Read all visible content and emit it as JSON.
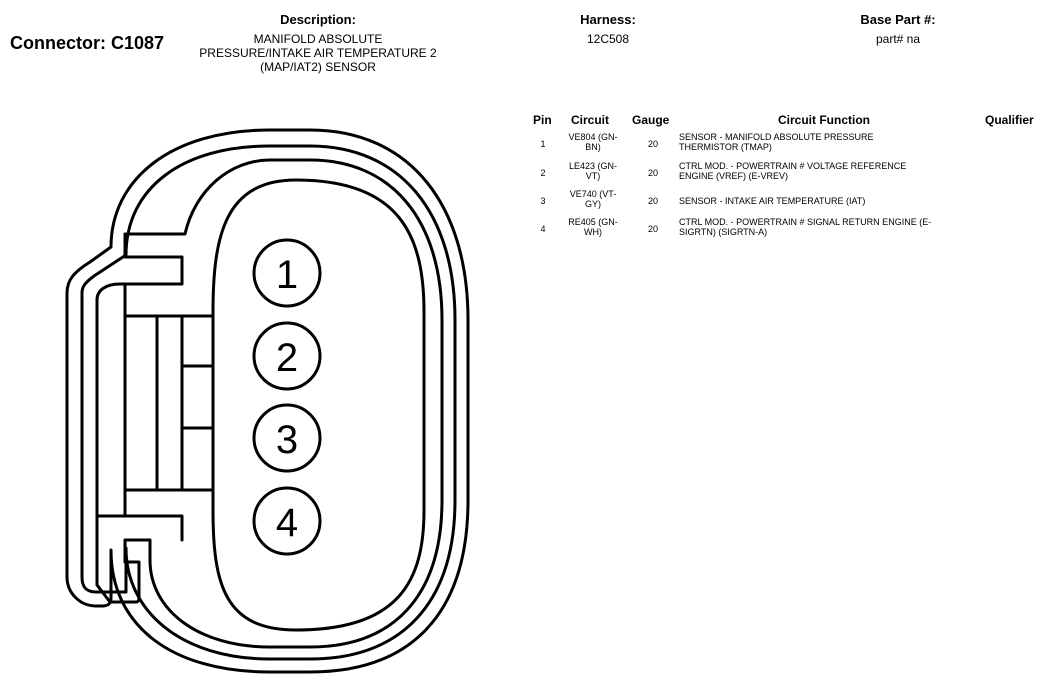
{
  "header": {
    "connector_title": "Connector: C1087",
    "description_label": "Description:",
    "description_lines": [
      "MANIFOLD ABSOLUTE",
      "PRESSURE/INTAKE AIR TEMPERATURE 2",
      "(MAP/IAT2) SENSOR"
    ],
    "harness_label": "Harness:",
    "harness_value": "12C508",
    "base_part_label": "Base Part #:",
    "base_part_value": "part# na"
  },
  "table": {
    "headers": {
      "pin": "Pin",
      "circuit": "Circuit",
      "gauge": "Gauge",
      "function": "Circuit Function",
      "qualifier": "Qualifier"
    },
    "rows": [
      {
        "pin": "1",
        "circuit_lines": [
          "VE804 (GN-",
          "BN)"
        ],
        "gauge": "20",
        "function_lines": [
          "SENSOR - MANIFOLD ABSOLUTE PRESSURE",
          "THERMISTOR (TMAP)"
        ],
        "qualifier": ""
      },
      {
        "pin": "2",
        "circuit_lines": [
          "LE423 (GN-",
          "VT)"
        ],
        "gauge": "20",
        "function_lines": [
          "CTRL MOD. - POWERTRAIN # VOLTAGE REFERENCE",
          "ENGINE (VREF) (E-VREV)"
        ],
        "qualifier": ""
      },
      {
        "pin": "3",
        "circuit_lines": [
          "VE740 (VT-",
          "GY)"
        ],
        "gauge": "20",
        "function_lines": [
          "SENSOR - INTAKE AIR TEMPERATURE (IAT)"
        ],
        "qualifier": ""
      },
      {
        "pin": "4",
        "circuit_lines": [
          "RE405 (GN-",
          "WH)"
        ],
        "gauge": "20",
        "function_lines": [
          "CTRL MOD. - POWERTRAIN # SIGNAL RETURN ENGINE (E-",
          "SIGRTN) (SIGRTN-A)"
        ],
        "qualifier": ""
      }
    ]
  },
  "diagram": {
    "pin_labels": [
      "1",
      "2",
      "3",
      "4"
    ]
  }
}
